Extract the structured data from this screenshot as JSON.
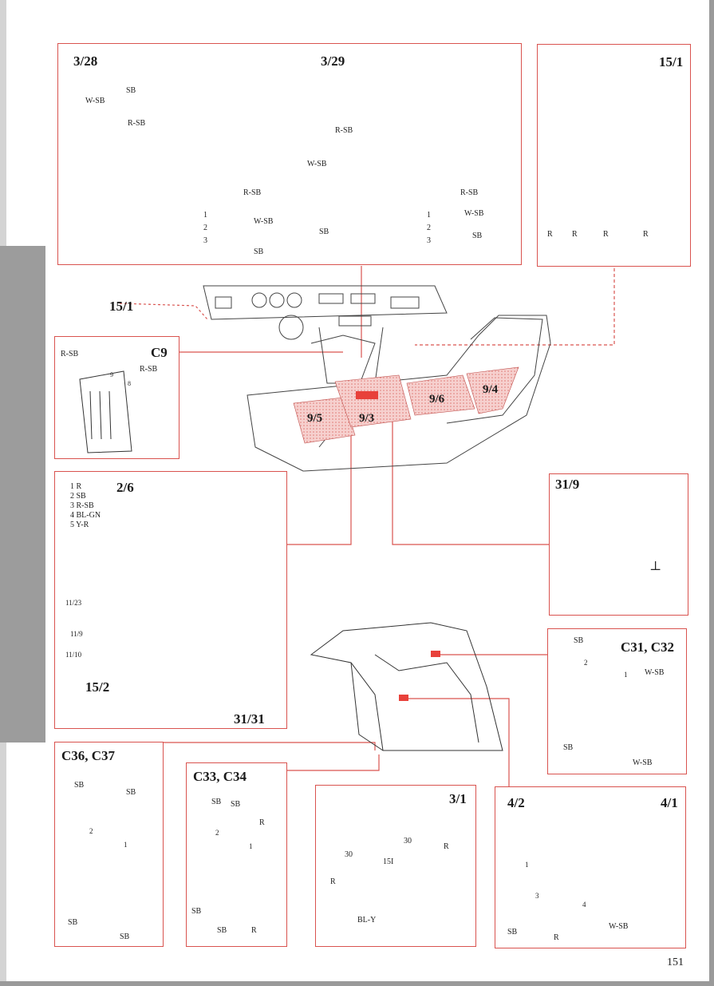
{
  "page_number": "151",
  "colors": {
    "frame": "#d9534f",
    "highlight": "#e8413a",
    "hatch": "#f2b8b5",
    "side_tab": "#9c9c9c"
  },
  "panels": {
    "seat_switches": {
      "left": {
        "label": "3/28",
        "wires": [
          "W-SB",
          "SB",
          "R-SB"
        ],
        "pins": [
          "R-SB",
          "W-SB",
          "SB"
        ],
        "pin_numbers": [
          "1",
          "2",
          "3"
        ]
      },
      "right": {
        "label": "3/29",
        "wires": [
          "R-SB",
          "W-SB",
          "SB"
        ],
        "pins": [
          "R-SB",
          "W-SB",
          "SB"
        ],
        "pin_numbers": [
          "1",
          "2",
          "3"
        ]
      }
    },
    "control_unit": {
      "label": "15/1",
      "wires": [
        "R",
        "R",
        "R",
        "R"
      ]
    },
    "c9": {
      "label": "C9",
      "wires": [
        "R-SB",
        "R-SB"
      ],
      "pins": [
        "9",
        "8"
      ]
    },
    "fusebox": {
      "label": "2/6",
      "legend": [
        "1 R",
        "2 SB",
        "3 R-SB",
        "4 BL-GN",
        "5 Y-R"
      ],
      "refs": [
        "11/23",
        "11/9",
        "11/10"
      ],
      "label_bottom_left": "15/2",
      "label_bottom_right": "31/31"
    },
    "ground": {
      "label": "31/9"
    },
    "c31": {
      "label": "C31, C32",
      "wires": [
        "SB",
        "W-SB",
        "SB",
        "W-SB"
      ],
      "pins": [
        "2",
        "1"
      ]
    },
    "c36": {
      "label": "C36, C37",
      "wires": [
        "SB",
        "SB",
        "SB",
        "SB"
      ],
      "pins": [
        "2",
        "1"
      ]
    },
    "c33": {
      "label": "C33, C34",
      "wires": [
        "SB",
        "SB",
        "R",
        "SB",
        "SB",
        "R"
      ],
      "pins": [
        "2",
        "1"
      ]
    },
    "ignition": {
      "label": "3/1",
      "wires": [
        "R",
        "R",
        "BL-Y"
      ],
      "terminals": [
        "30",
        "30",
        "15I"
      ]
    },
    "relay": {
      "label_left": "4/2",
      "label_right": "4/1",
      "pins": [
        "1",
        "3",
        "4"
      ],
      "wires": [
        "SB",
        "R",
        "W-SB"
      ]
    }
  },
  "overview": {
    "label_left": "15/1",
    "zones": [
      "9/5",
      "9/3",
      "9/6",
      "9/4"
    ]
  }
}
